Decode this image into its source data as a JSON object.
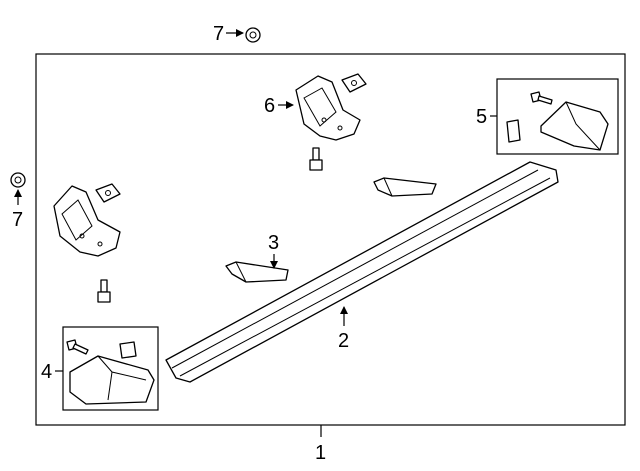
{
  "callouts": {
    "c1": "1",
    "c2": "2",
    "c3": "3",
    "c4": "4",
    "c5": "5",
    "c6": "6",
    "c7_top": "7",
    "c7_left": "7"
  }
}
